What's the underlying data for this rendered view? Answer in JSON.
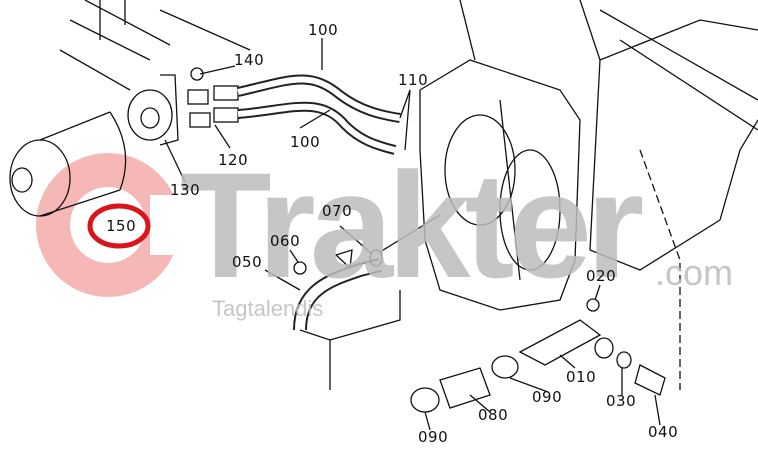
{
  "watermark": {
    "brand": "Trakter",
    "suffix": ".com",
    "tagline": "Tagtalendis",
    "logo_color": "#f08a8a",
    "text_color": "#bdbdbd"
  },
  "highlight": {
    "part": "150",
    "color": "#d9141b"
  },
  "callouts": [
    "100",
    "140",
    "110",
    "100",
    "120",
    "130",
    "150",
    "070",
    "060",
    "050",
    "020",
    "010",
    "090",
    "030",
    "080",
    "040",
    "090"
  ]
}
